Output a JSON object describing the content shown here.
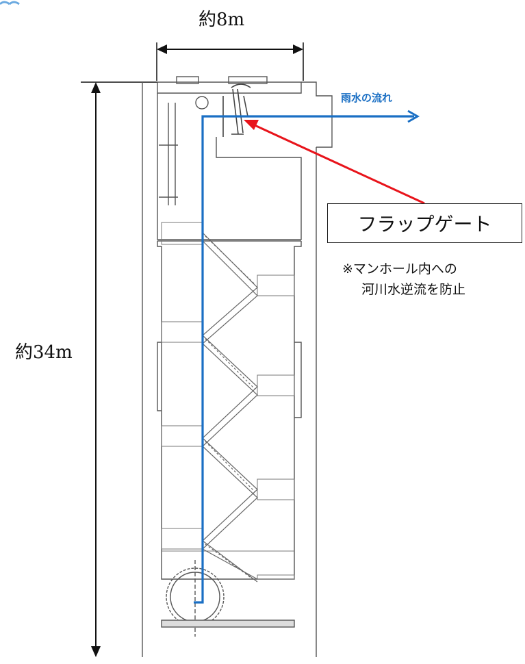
{
  "labels": {
    "width": "約8m",
    "height": "約34m",
    "flow": "雨水の流れ",
    "gate": "フラップゲート",
    "note_line1": "※マンホール内への",
    "note_line2": "河川水逆流を防止"
  },
  "colors": {
    "flow_line": "#1a6fc4",
    "pointer_arrow": "#e8141b",
    "drawing": "#555555",
    "dimension": "#111111"
  }
}
